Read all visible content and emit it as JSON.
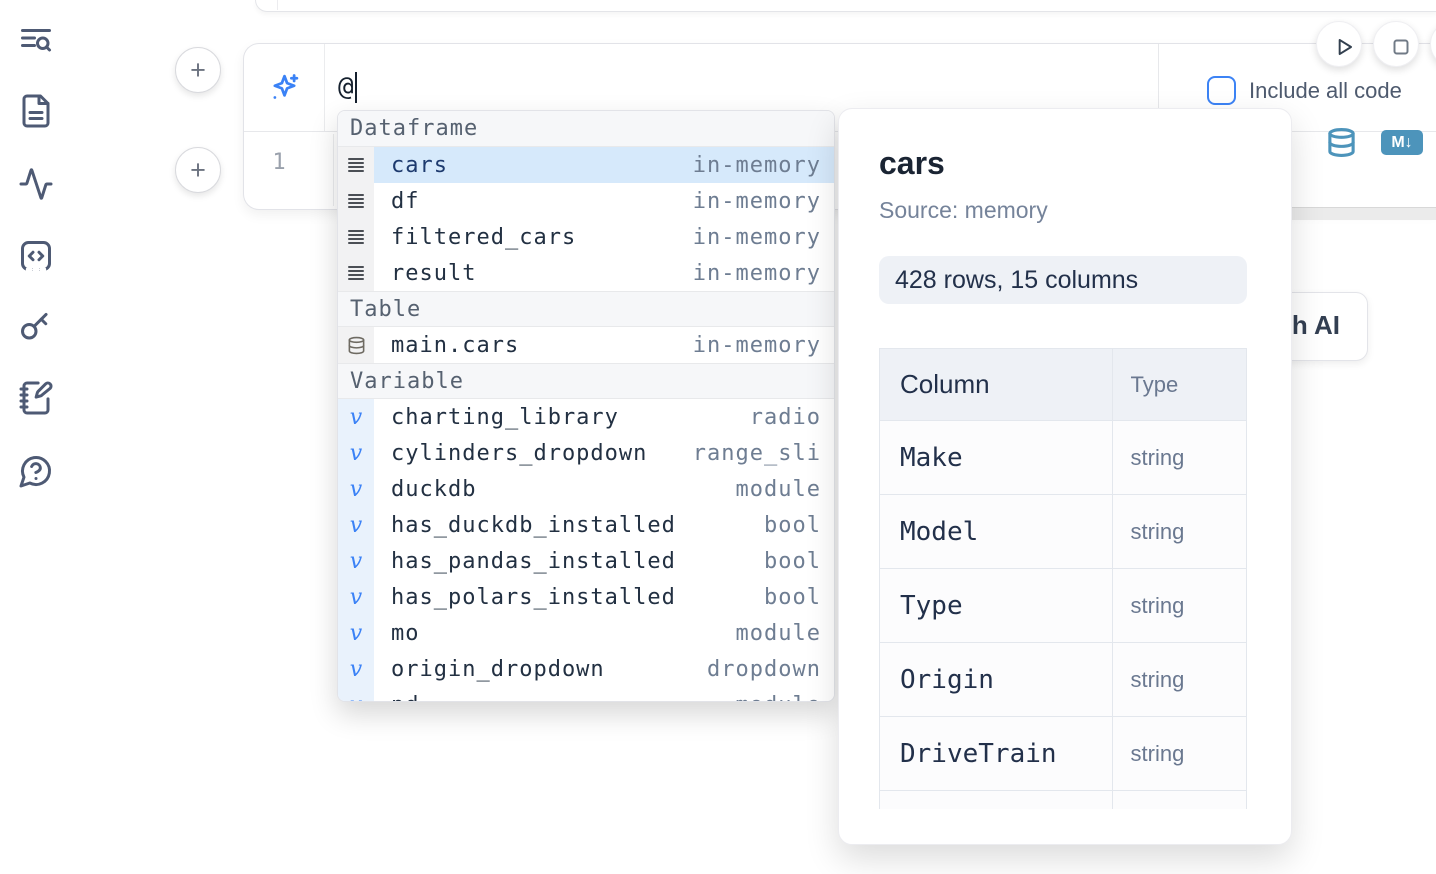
{
  "colors": {
    "accent_blue": "#3b82f6",
    "selected_row_bg": "#d6e9fb",
    "steel_blue": "#4d94bb",
    "dark_navy": "#1a2433"
  },
  "sidebar": {
    "items": [
      {
        "icon": "toc-search-icon"
      },
      {
        "icon": "file-document-icon"
      },
      {
        "icon": "activity-icon"
      },
      {
        "icon": "code-snippet-icon"
      },
      {
        "icon": "key-icon"
      },
      {
        "icon": "scratchpad-icon"
      },
      {
        "icon": "help-icon"
      }
    ]
  },
  "cell_actions": {
    "add_cell_top": "+",
    "add_cell_bottom": "+"
  },
  "run_controls": {
    "include_all_code_label": "Include all code"
  },
  "editor": {
    "line_number": "1",
    "prompt_value": "@"
  },
  "cell_footer": {
    "markdown_badge": "M↓"
  },
  "ai_chip": {
    "visible_label": "h AI"
  },
  "autocomplete": {
    "sections": [
      {
        "label": "Dataframe",
        "items": [
          {
            "name": "cars",
            "type": "in-memory",
            "icon": "dataframe-icon",
            "selected": true
          },
          {
            "name": "df",
            "type": "in-memory",
            "icon": "dataframe-icon"
          },
          {
            "name": "filtered_cars",
            "type": "in-memory",
            "icon": "dataframe-icon"
          },
          {
            "name": "result",
            "type": "in-memory",
            "icon": "dataframe-icon"
          }
        ]
      },
      {
        "label": "Table",
        "items": [
          {
            "name": "main.cars",
            "type": "in-memory",
            "icon": "table-database-icon"
          }
        ]
      },
      {
        "label": "Variable",
        "items": [
          {
            "name": "charting_library",
            "type": "radio",
            "icon": "variable-icon"
          },
          {
            "name": "cylinders_dropdown",
            "type": "range_sli",
            "icon": "variable-icon"
          },
          {
            "name": "duckdb",
            "type": "module",
            "icon": "variable-icon"
          },
          {
            "name": "has_duckdb_installed",
            "type": "bool",
            "icon": "variable-icon"
          },
          {
            "name": "has_pandas_installed",
            "type": "bool",
            "icon": "variable-icon"
          },
          {
            "name": "has_polars_installed",
            "type": "bool",
            "icon": "variable-icon"
          },
          {
            "name": "mo",
            "type": "module",
            "icon": "variable-icon"
          },
          {
            "name": "origin_dropdown",
            "type": "dropdown",
            "icon": "variable-icon"
          },
          {
            "name": "pd",
            "type": "module",
            "icon": "variable-icon",
            "partial": true
          }
        ]
      }
    ]
  },
  "preview": {
    "title": "cars",
    "source_label": "Source: memory",
    "shape_badge": "428 rows, 15 columns",
    "table": {
      "headers": [
        "Column",
        "Type"
      ],
      "rows": [
        {
          "column": "Make",
          "type": "string"
        },
        {
          "column": "Model",
          "type": "string"
        },
        {
          "column": "Type",
          "type": "string"
        },
        {
          "column": "Origin",
          "type": "string"
        },
        {
          "column": "DriveTrain",
          "type": "string"
        },
        {
          "column": "",
          "type": "",
          "partial": true
        }
      ]
    }
  }
}
